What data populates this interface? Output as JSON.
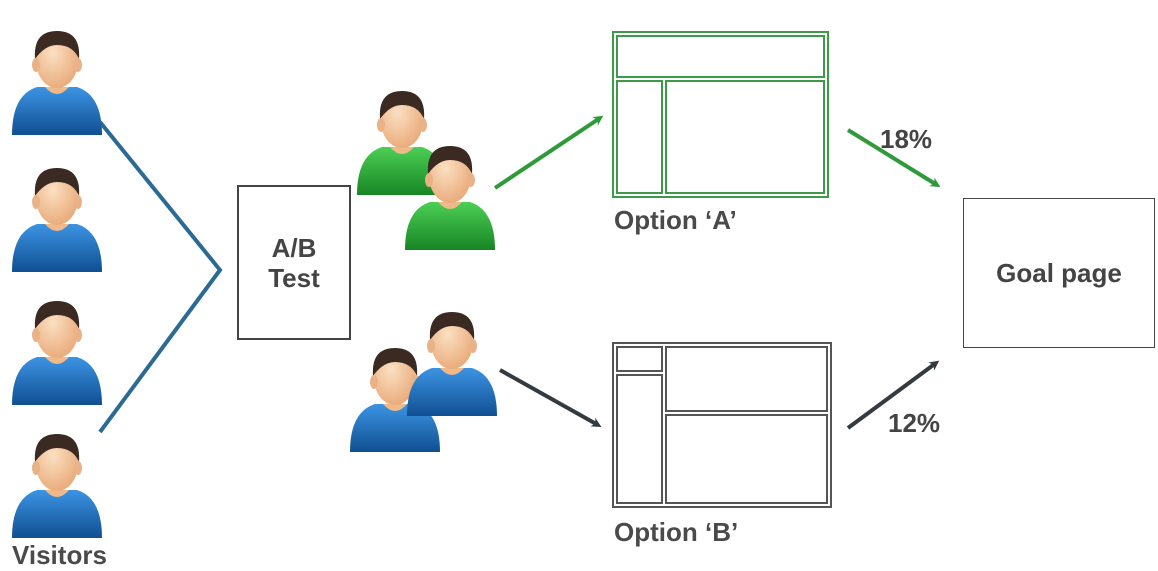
{
  "diagram": {
    "visitors_label": "Visitors",
    "test_box": {
      "line1": "A/B",
      "line2": "Test"
    },
    "option_a": {
      "label": "Option ‘A’",
      "conversion": "18%",
      "color": "#2e9a3a"
    },
    "option_b": {
      "label": "Option ‘B’",
      "conversion": "12%",
      "color": "#333a40"
    },
    "goal": "Goal page",
    "colors": {
      "visitor_shirt": "#1a6fc0",
      "group_a_shirt": "#2aa13a",
      "group_b_shirt": "#1a6fc0",
      "connector": "#2b6a93",
      "skin": "#f3c79a",
      "hair": "#3a2a22"
    },
    "icons": [
      "person-icon",
      "arrow-icon",
      "wireframe-icon"
    ]
  }
}
